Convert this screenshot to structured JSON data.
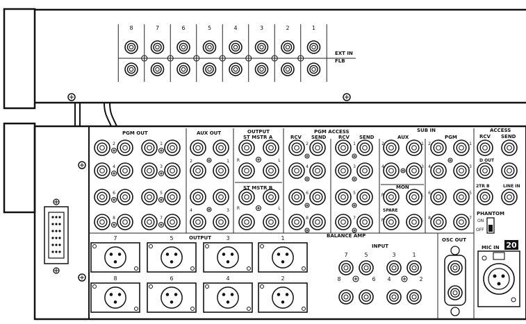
{
  "top_unit": {
    "channel_numbers": [
      "8",
      "7",
      "6",
      "5",
      "4",
      "3",
      "2",
      "1"
    ],
    "label_ext_in": "EXT IN",
    "label_flb": "FLB"
  },
  "bottom_unit": {
    "sections": {
      "pgm_out": "PGM OUT",
      "aux_out": "AUX OUT",
      "output": "OUTPUT",
      "st_mstr_a": "ST MSTR A",
      "st_mstr_b": "ST MSTR B",
      "pgm_access": "PGM ACCESS",
      "sub_in": "SUB IN",
      "aux": "AUX",
      "pgm": "PGM",
      "mon": "MON",
      "spare": "SPARE",
      "access": "ACCESS",
      "phantom": "PHANTOM",
      "balance_amp": "BALANCE AMP",
      "input": "INPUT",
      "output_xlr": "OUTPUT",
      "osc_out": "OSC OUT",
      "mic_in": "MIC IN",
      "d_out": "D OUT",
      "two_tr_b": "2TR B",
      "line_in": "LINE IN",
      "on": "ON",
      "off": "OFF"
    },
    "rcv": "RCV",
    "send": "SEND",
    "channel_badge": "20",
    "pgm_out_nums": [
      "2",
      "1",
      "4",
      "3",
      "6",
      "5",
      "8",
      "7"
    ],
    "aux_out_nums": [
      "2",
      "1",
      "4",
      "3"
    ],
    "st_a_lr": [
      "R",
      "L"
    ],
    "st_b_lr": [
      "R",
      "L"
    ],
    "pgm_access_nums": [
      "2",
      "1",
      "4",
      "3",
      "6",
      "5",
      "8",
      "7"
    ],
    "sub_aux_nums": [
      "2",
      "1",
      "4",
      "3"
    ],
    "sub_pgm_nums": [
      "2",
      "1",
      "4",
      "3",
      "6",
      "5",
      "8",
      "7"
    ],
    "mon_lr": [
      "R",
      "L"
    ],
    "spare_lr": [
      "R",
      "L"
    ],
    "xlr_output_nums": [
      "7",
      "5",
      "3",
      "1",
      "8",
      "6",
      "4",
      "2"
    ],
    "input_nums": [
      "7",
      "5",
      "3",
      "1",
      "8",
      "6",
      "4",
      "2"
    ]
  }
}
